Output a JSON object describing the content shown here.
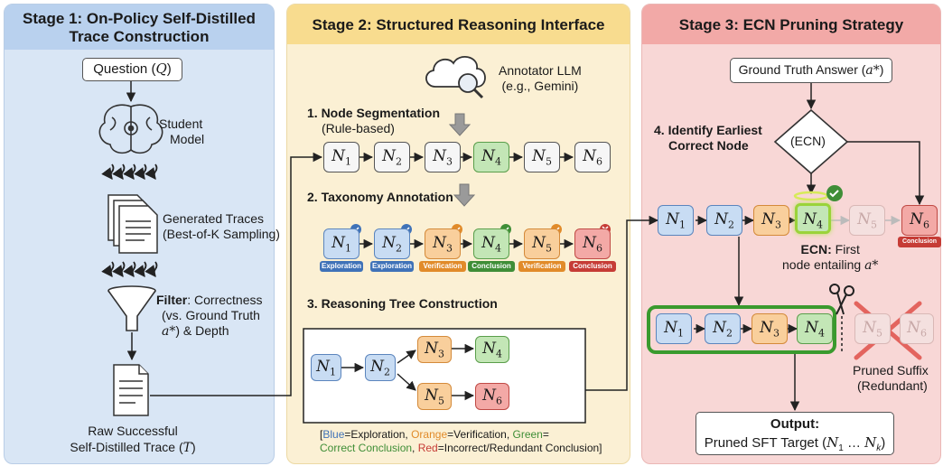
{
  "stage1": {
    "title_line1": "Stage 1: On-Policy Self-Distilled",
    "title_line2": "Trace Construction",
    "question": "Question (",
    "question_sym": "Q",
    "question_end": ")",
    "student_line1": "Student",
    "student_line2": "Model",
    "traces_line1": "Generated Traces",
    "traces_line2": "(Best-of-K Sampling)",
    "filter_bold": "Filter",
    "filter_rest": ": Correctness",
    "filter_line2": "(vs. Ground Truth",
    "filter_line3_sym": "a*",
    "filter_line3_rest": ") & Depth",
    "raw_line1": "Raw Successful",
    "raw_line2": "Self-Distilled Trace (",
    "raw_sym": "T",
    "raw_end": ")"
  },
  "stage2": {
    "title": "Stage 2: Structured Reasoning Interface",
    "annotator_line1": "Annotator LLM",
    "annotator_line2": "(e.g., Gemini)",
    "step1_title": "1. Node Segmentation",
    "step1_sub": "(Rule-based)",
    "step2_title": "2. Taxonomy Annotation",
    "step3_title": "3. Reasoning Tree Construction",
    "node_letter": "N",
    "node_subs": [
      "1",
      "2",
      "3",
      "4",
      "5",
      "6"
    ],
    "tags": [
      "Exploration",
      "Exploration",
      "Verification",
      "Conclusion",
      "Verification",
      "Conclusion"
    ],
    "legend": {
      "open": "[",
      "blue": "Blue",
      "blue_rest": "=Exploration, ",
      "orange": "Orange",
      "orange_rest": "=Verification, ",
      "green": "Green",
      "green_rest": "=",
      "line2_green": "Correct Conclusion",
      "line2_sep": ", ",
      "red": "Red",
      "red_rest": "=Incorrect/Redundant Conclusion]"
    },
    "colors": {
      "blue": "#3f72b8",
      "orange": "#e18b2a",
      "green": "#3f8e37",
      "red": "#c63c36"
    }
  },
  "stage3": {
    "title": "Stage 3: ECN Pruning Strategy",
    "gt": "Ground Truth Answer (",
    "gt_sym": "a*",
    "gt_end": ")",
    "step4_line1": "4. Identify Earliest",
    "step4_line2": "Correct Node",
    "diamond": "(ECN)",
    "ecn_bold": "ECN:",
    "ecn_rest": " First",
    "ecn_line2": "node entailing ",
    "ecn_sym": "a*",
    "conclusion_tag": "Conclusion",
    "pruned_line1": "Pruned Suffix",
    "pruned_line2": "(Redundant)",
    "output_title": "Output:",
    "output_line2": "Pruned SFT Target (",
    "output_sym": "N",
    "output_sub1": "1",
    "output_dots": " … ",
    "output_subk": "k",
    "output_end": ")"
  }
}
